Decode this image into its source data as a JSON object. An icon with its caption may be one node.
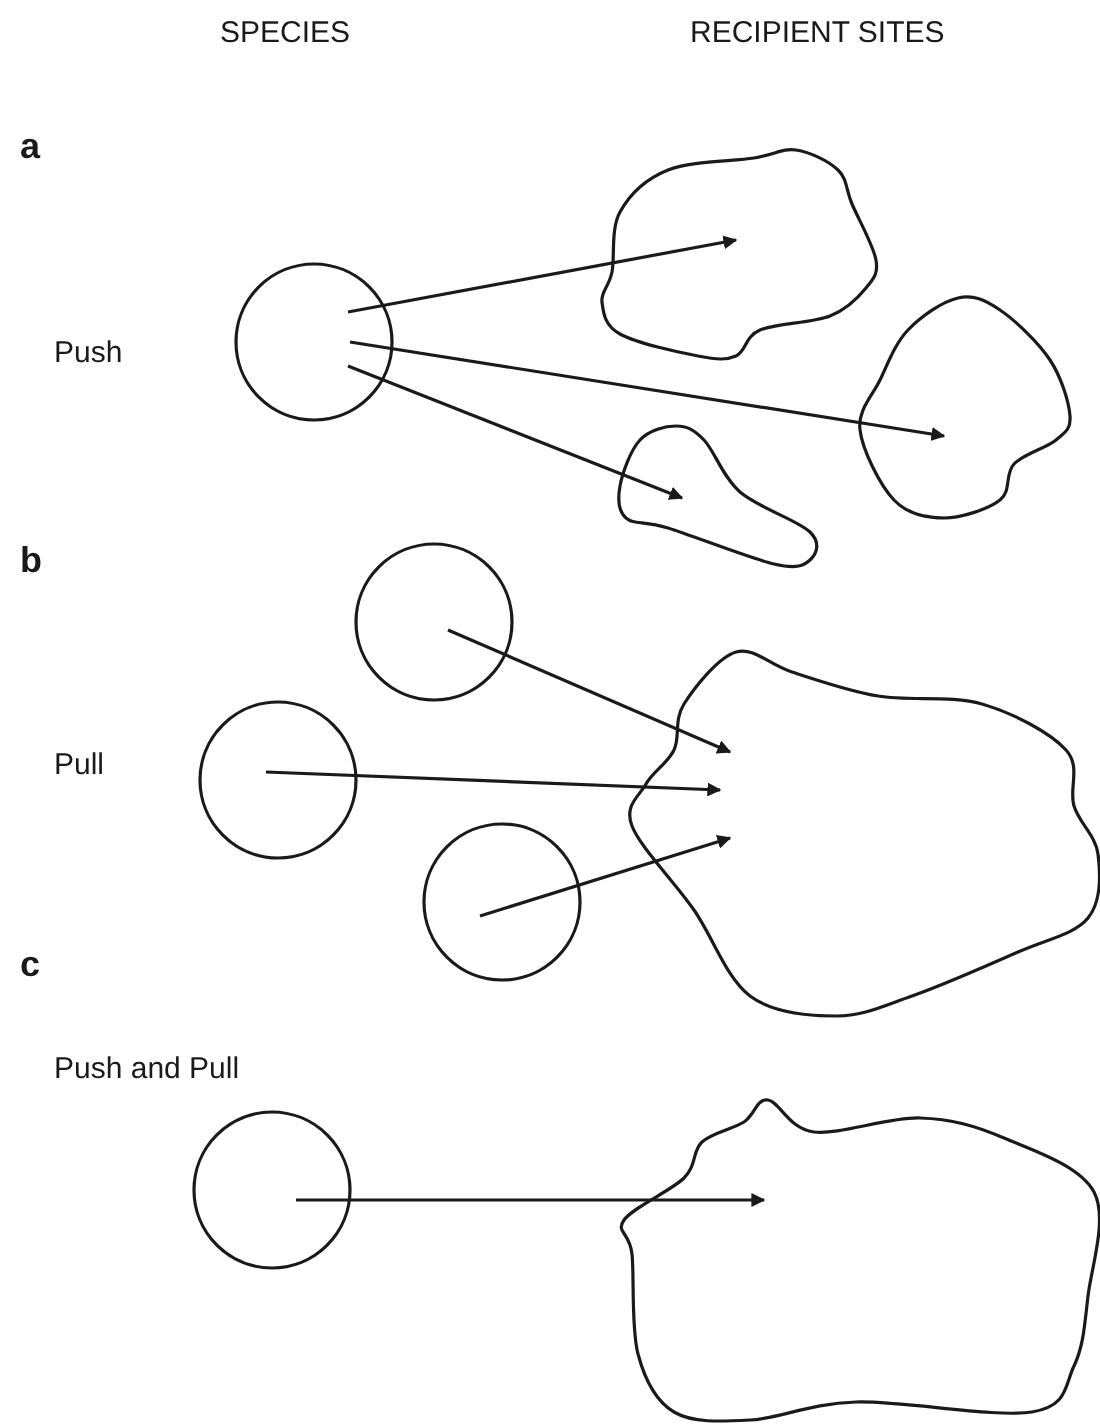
{
  "diagram": {
    "nodes": [
      {
        "text": [],
        "shape": "circle",
        "beside": [
          "Push"
        ]
      },
      {
        "text": [],
        "shape": "blob"
      },
      {
        "text": [],
        "shape": "blob"
      },
      {
        "text": [],
        "shape": "blob"
      },
      {
        "text": [],
        "shape": "circle"
      },
      {
        "text": [],
        "shape": "circle",
        "beside": [
          "Pull"
        ]
      },
      {
        "text": [],
        "shape": "circle"
      },
      {
        "text": [],
        "shape": "blob"
      },
      {
        "text": [],
        "shape": "circle",
        "beside": [
          "Push and Pull"
        ]
      },
      {
        "text": [],
        "shape": "blob"
      }
    ],
    "edges": [
      {
        "from": 0,
        "to": 1,
        "arrow": "to"
      },
      {
        "from": 0,
        "to": 2,
        "arrow": "to"
      },
      {
        "from": 0,
        "to": 3,
        "arrow": "to"
      },
      {
        "from": 4,
        "to": 7,
        "arrow": "to"
      },
      {
        "from": 5,
        "to": 7,
        "arrow": "to"
      },
      {
        "from": 6,
        "to": 7,
        "arrow": "to"
      },
      {
        "from": 8,
        "to": 9,
        "arrow": "to"
      }
    ],
    "labels": [
      "SPECIES",
      "RECIPIENT SITES",
      "a",
      "b",
      "c"
    ]
  }
}
